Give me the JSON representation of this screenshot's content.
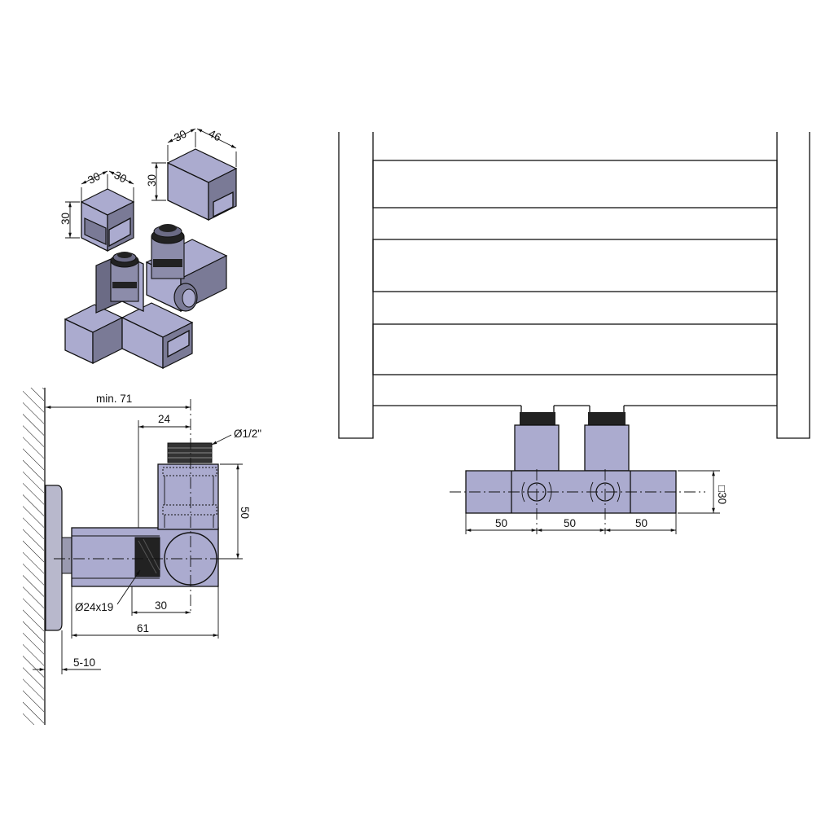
{
  "iso_view": {
    "cap_left": {
      "w1": "30",
      "w2": "30",
      "h": "30"
    },
    "cap_right": {
      "w1": "30",
      "w2": "46",
      "h": "30"
    }
  },
  "side_view": {
    "min_wall": "min. 71",
    "pipe_offset": "24",
    "thread": "Ø1/2\"",
    "height": "50",
    "connector": "Ø24x19",
    "depth_inner": "30",
    "depth_total": "61",
    "wall_gap": "5-10"
  },
  "front_view": {
    "spacing_left": "50",
    "spacing_mid": "50",
    "spacing_right": "50",
    "square": "□30"
  }
}
